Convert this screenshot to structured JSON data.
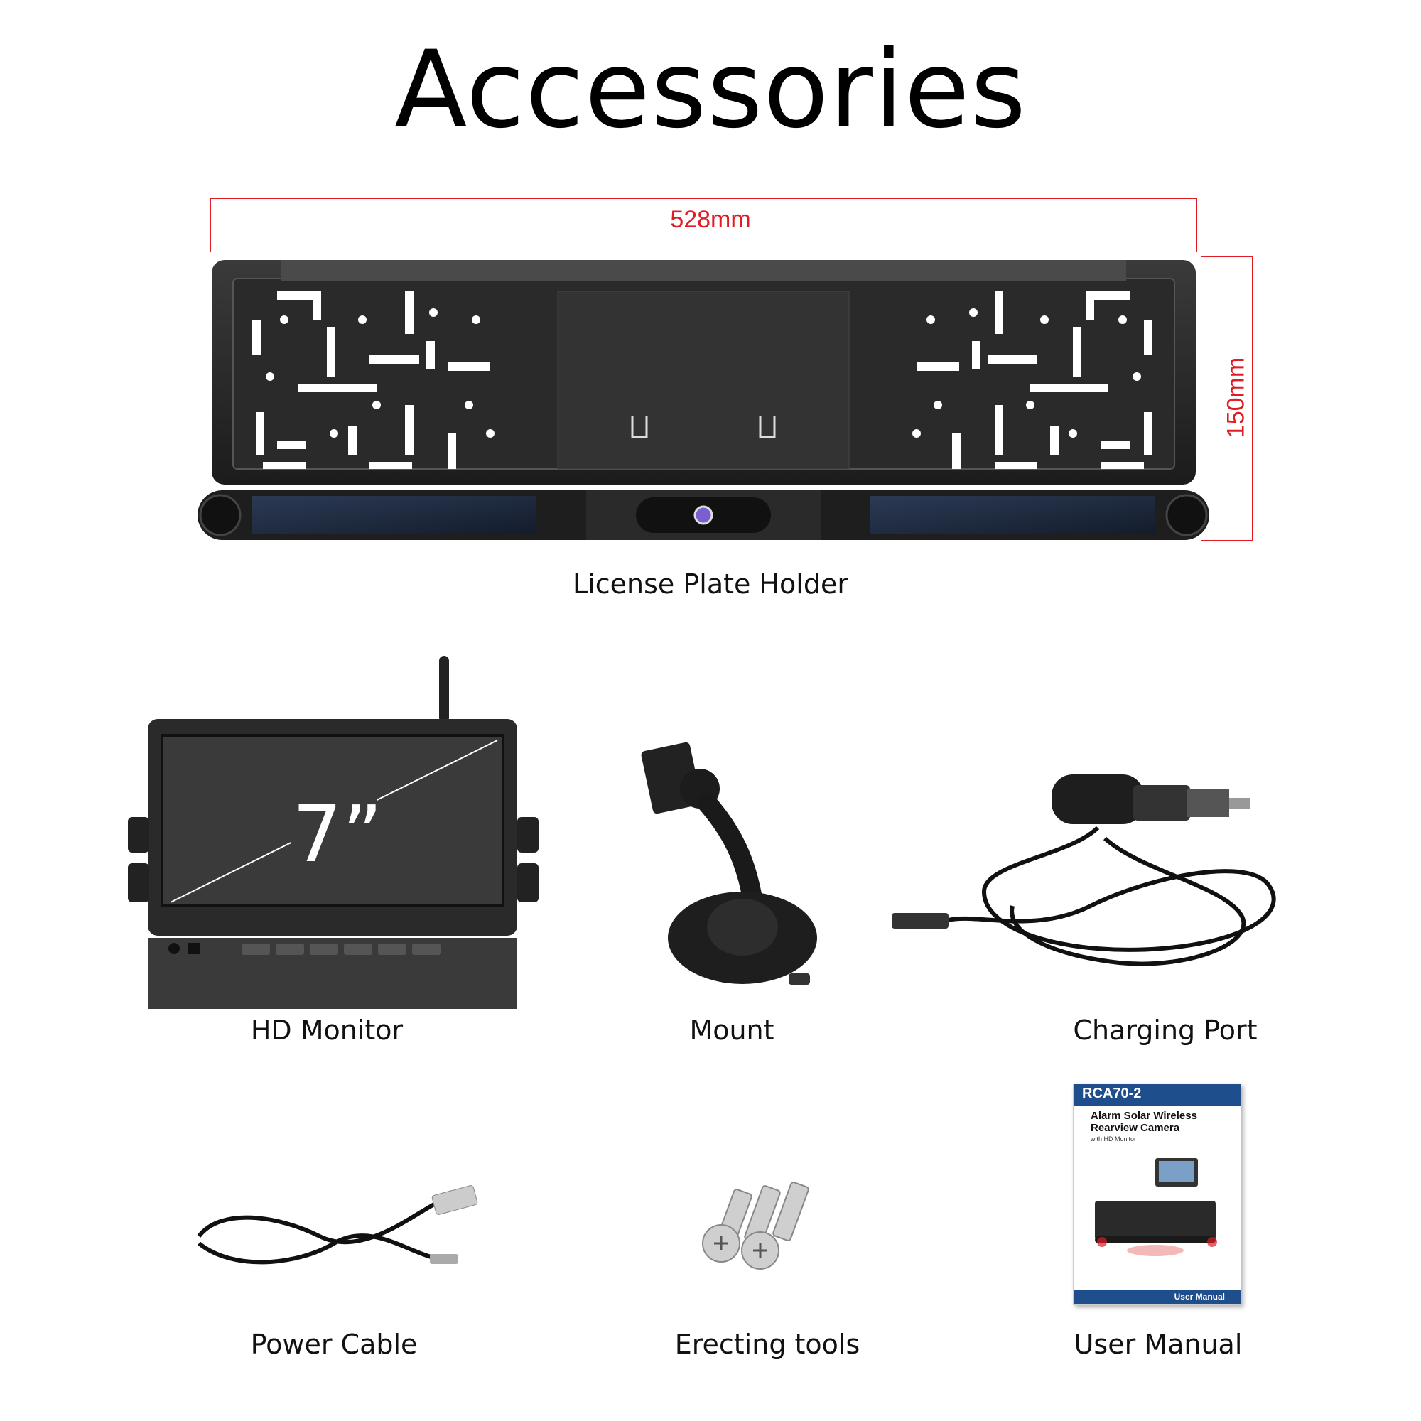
{
  "page": {
    "title": "Accessories"
  },
  "plate": {
    "width_label": "528mm",
    "height_label": "150mm",
    "caption": "License Plate Holder"
  },
  "monitor": {
    "screen_label": "7”",
    "caption": "HD Monitor"
  },
  "mount": {
    "caption": "Mount"
  },
  "charger": {
    "caption": "Charging Port"
  },
  "cable": {
    "caption": "Power Cable"
  },
  "screws": {
    "caption": "Erecting tools"
  },
  "manual": {
    "caption": "User Manual",
    "model": "RCA70-2",
    "title_line1": "Alarm Solar Wireless",
    "title_line2": "Rearview Camera",
    "subtitle": "with HD Monitor",
    "footer": "User Manual"
  },
  "colors": {
    "accent": "#e01b24",
    "manual_blue": "#1f4e8c"
  }
}
